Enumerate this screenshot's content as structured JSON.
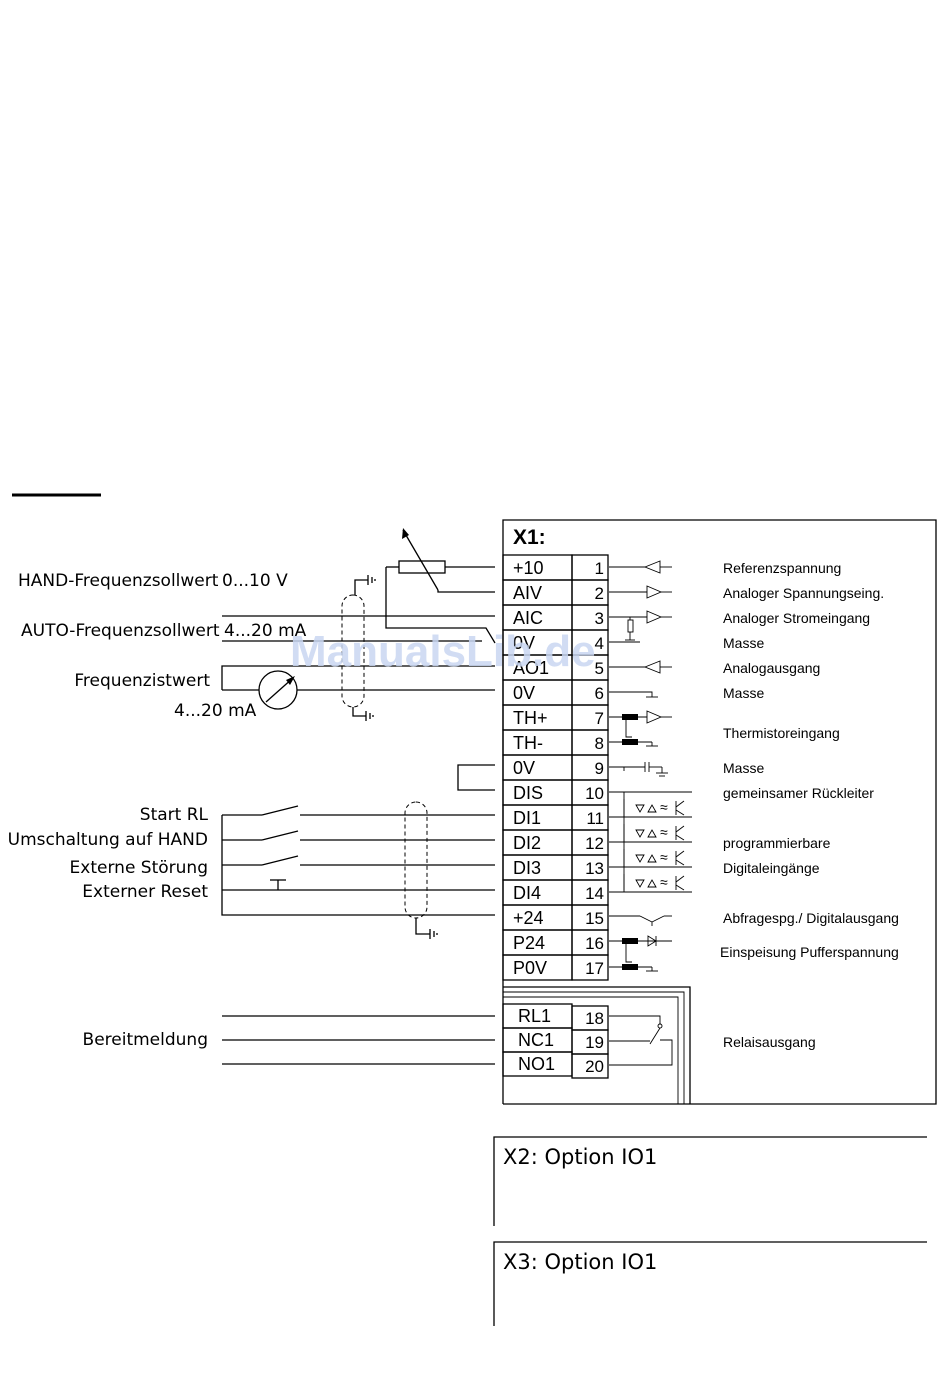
{
  "x1_header": "X1:",
  "terminals": [
    {
      "label": "+10",
      "num": "1",
      "desc": "Referenzspannung"
    },
    {
      "label": "AIV",
      "num": "2",
      "desc": "Analoger Spannungseing."
    },
    {
      "label": "AIC",
      "num": "3",
      "desc": "Analoger Stromeingang"
    },
    {
      "label": "0V",
      "num": "4",
      "desc": "Masse"
    },
    {
      "label": "AO1",
      "num": "5",
      "desc": "Analogausgang"
    },
    {
      "label": "0V",
      "num": "6",
      "desc": "Masse"
    },
    {
      "label": "TH+",
      "num": "7",
      "desc": ""
    },
    {
      "label": "TH-",
      "num": "8",
      "desc": ""
    },
    {
      "label": "0V",
      "num": "9",
      "desc": "Masse"
    },
    {
      "label": "DIS",
      "num": "10",
      "desc": "gemeinsamer Rückleiter"
    },
    {
      "label": "DI1",
      "num": "11",
      "desc": ""
    },
    {
      "label": "DI2",
      "num": "12",
      "desc": "programmierbare"
    },
    {
      "label": "DI3",
      "num": "13",
      "desc": "Digitaleingänge"
    },
    {
      "label": "DI4",
      "num": "14",
      "desc": ""
    },
    {
      "label": "+24",
      "num": "15",
      "desc": "Abfragespg./ Digitalausgang"
    },
    {
      "label": "P24",
      "num": "16",
      "desc": ""
    },
    {
      "label": "P0V",
      "num": "17",
      "desc": ""
    }
  ],
  "extra_desc": {
    "thermistor": "Thermistoreingang",
    "buffer": "Einspeisung Pufferspannung",
    "relay": "Relaisausgang"
  },
  "relay_terminals": [
    {
      "label": "RL1",
      "num": "18"
    },
    {
      "label": "NC1",
      "num": "19"
    },
    {
      "label": "NO1",
      "num": "20"
    }
  ],
  "left_labels": {
    "hand": "HAND-Frequenzsollwert",
    "hand_range": "0...10 V",
    "auto": "AUTO-Frequenzsollwert",
    "auto_range": "4...20 mA",
    "freq_actual": "Frequenzistwert",
    "freq_range": "4...20 mA",
    "start": "Start RL",
    "switch_hand": "Umschaltung auf HAND",
    "ext_fault": "Externe Störung",
    "ext_reset": "Externer Reset",
    "ready": "Bereitmeldung"
  },
  "options": {
    "x2": "X2: Option IO1",
    "x3": "X3: Option IO1"
  },
  "watermark": "ManualsLib.de"
}
